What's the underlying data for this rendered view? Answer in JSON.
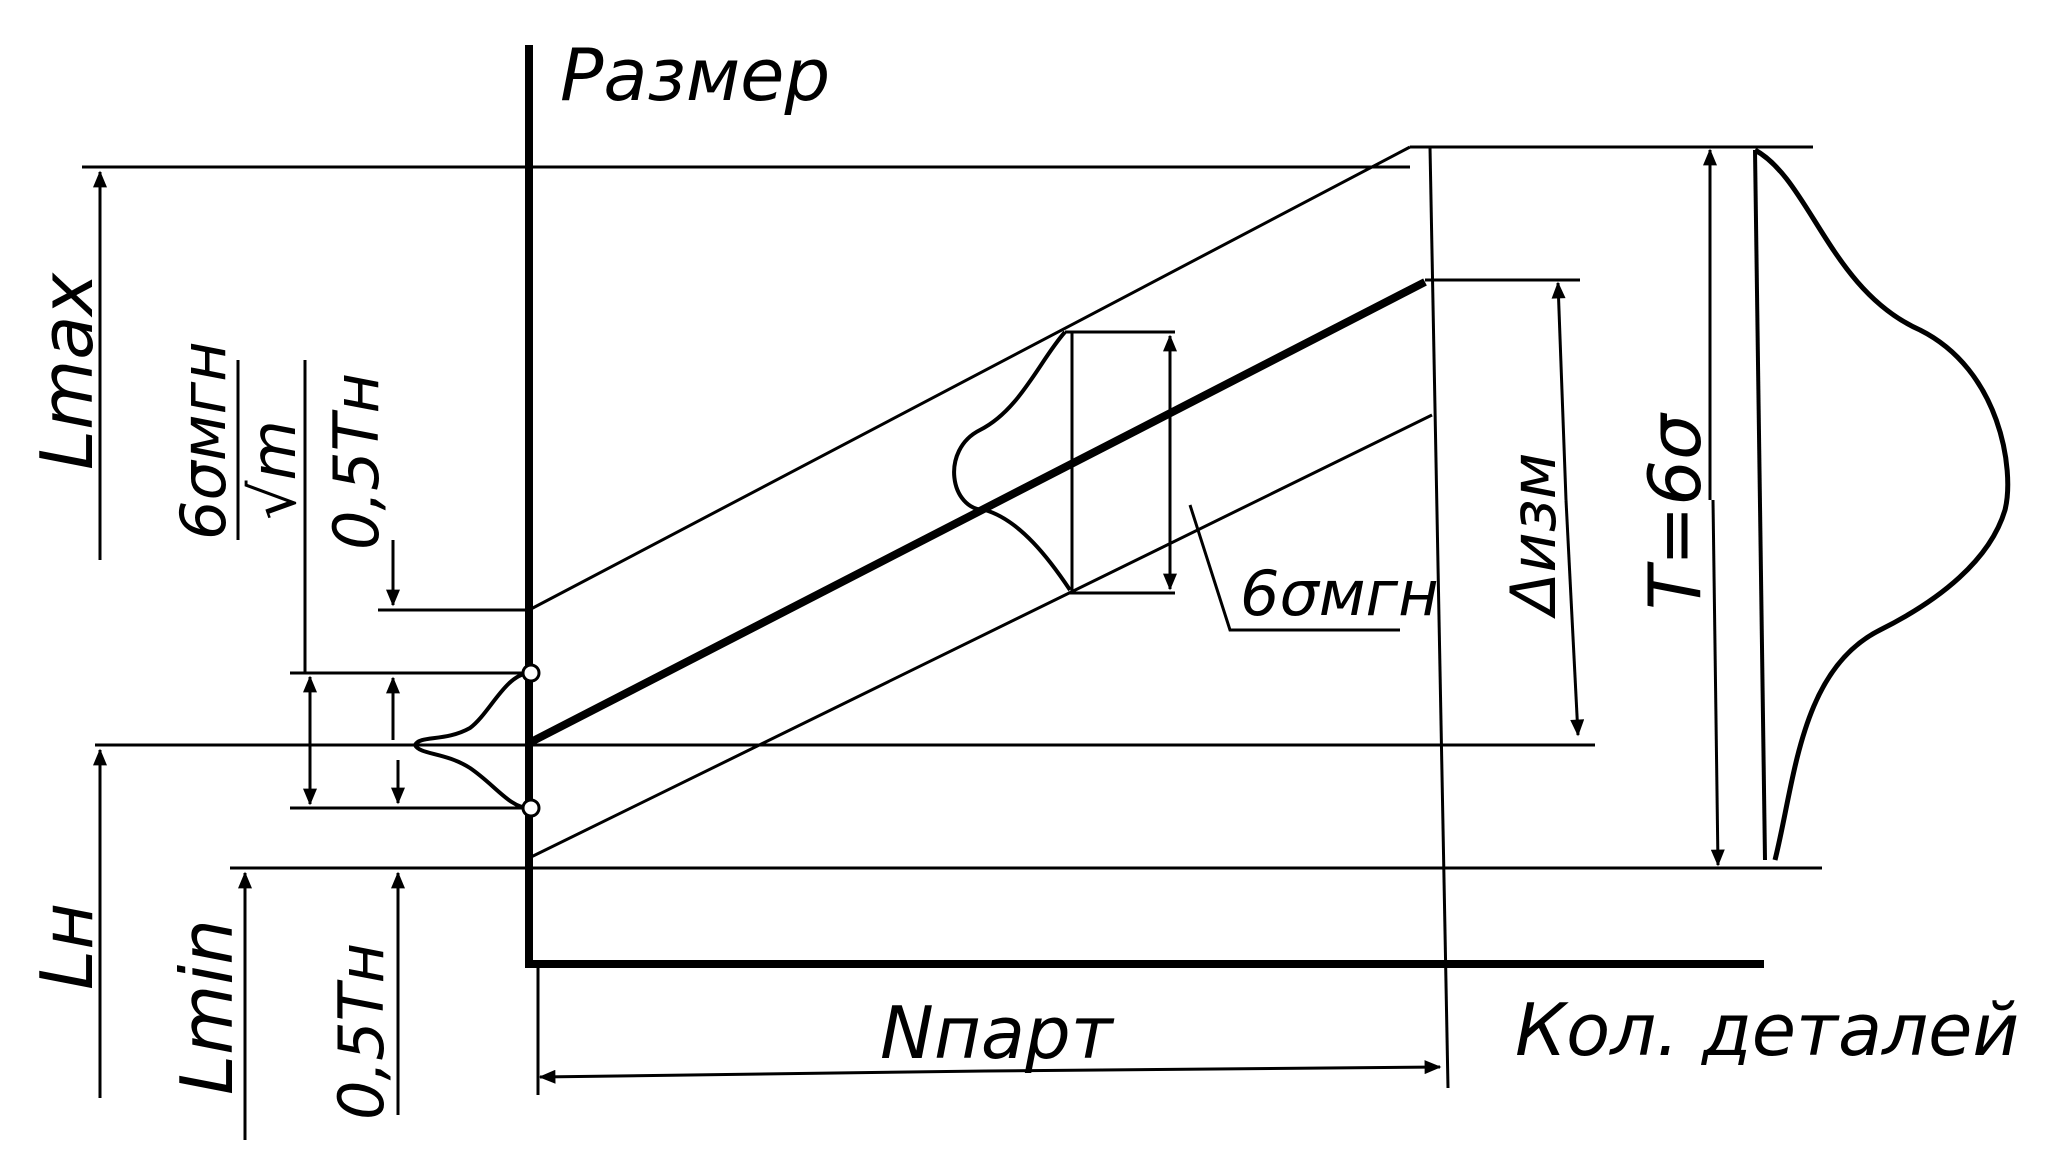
{
  "labels": {
    "y_axis": "Размер",
    "x_axis": "Кол. деталей",
    "l_max": "Lmax",
    "l_min": "Lmin",
    "l_n": "Lн",
    "half_tn_upper": "0,5Tн",
    "half_tn_lower": "0,5Tн",
    "six_sigma_sqrt_num": "6σмгн",
    "six_sigma_sqrt_den": "√m",
    "six_sigma_inst": "6σмгн",
    "delta_izm": "Δизм",
    "tolerance": "T=6σ",
    "n_part": "Nпарт"
  },
  "colors": {
    "ink": "#000000",
    "paper": "#ffffff"
  }
}
